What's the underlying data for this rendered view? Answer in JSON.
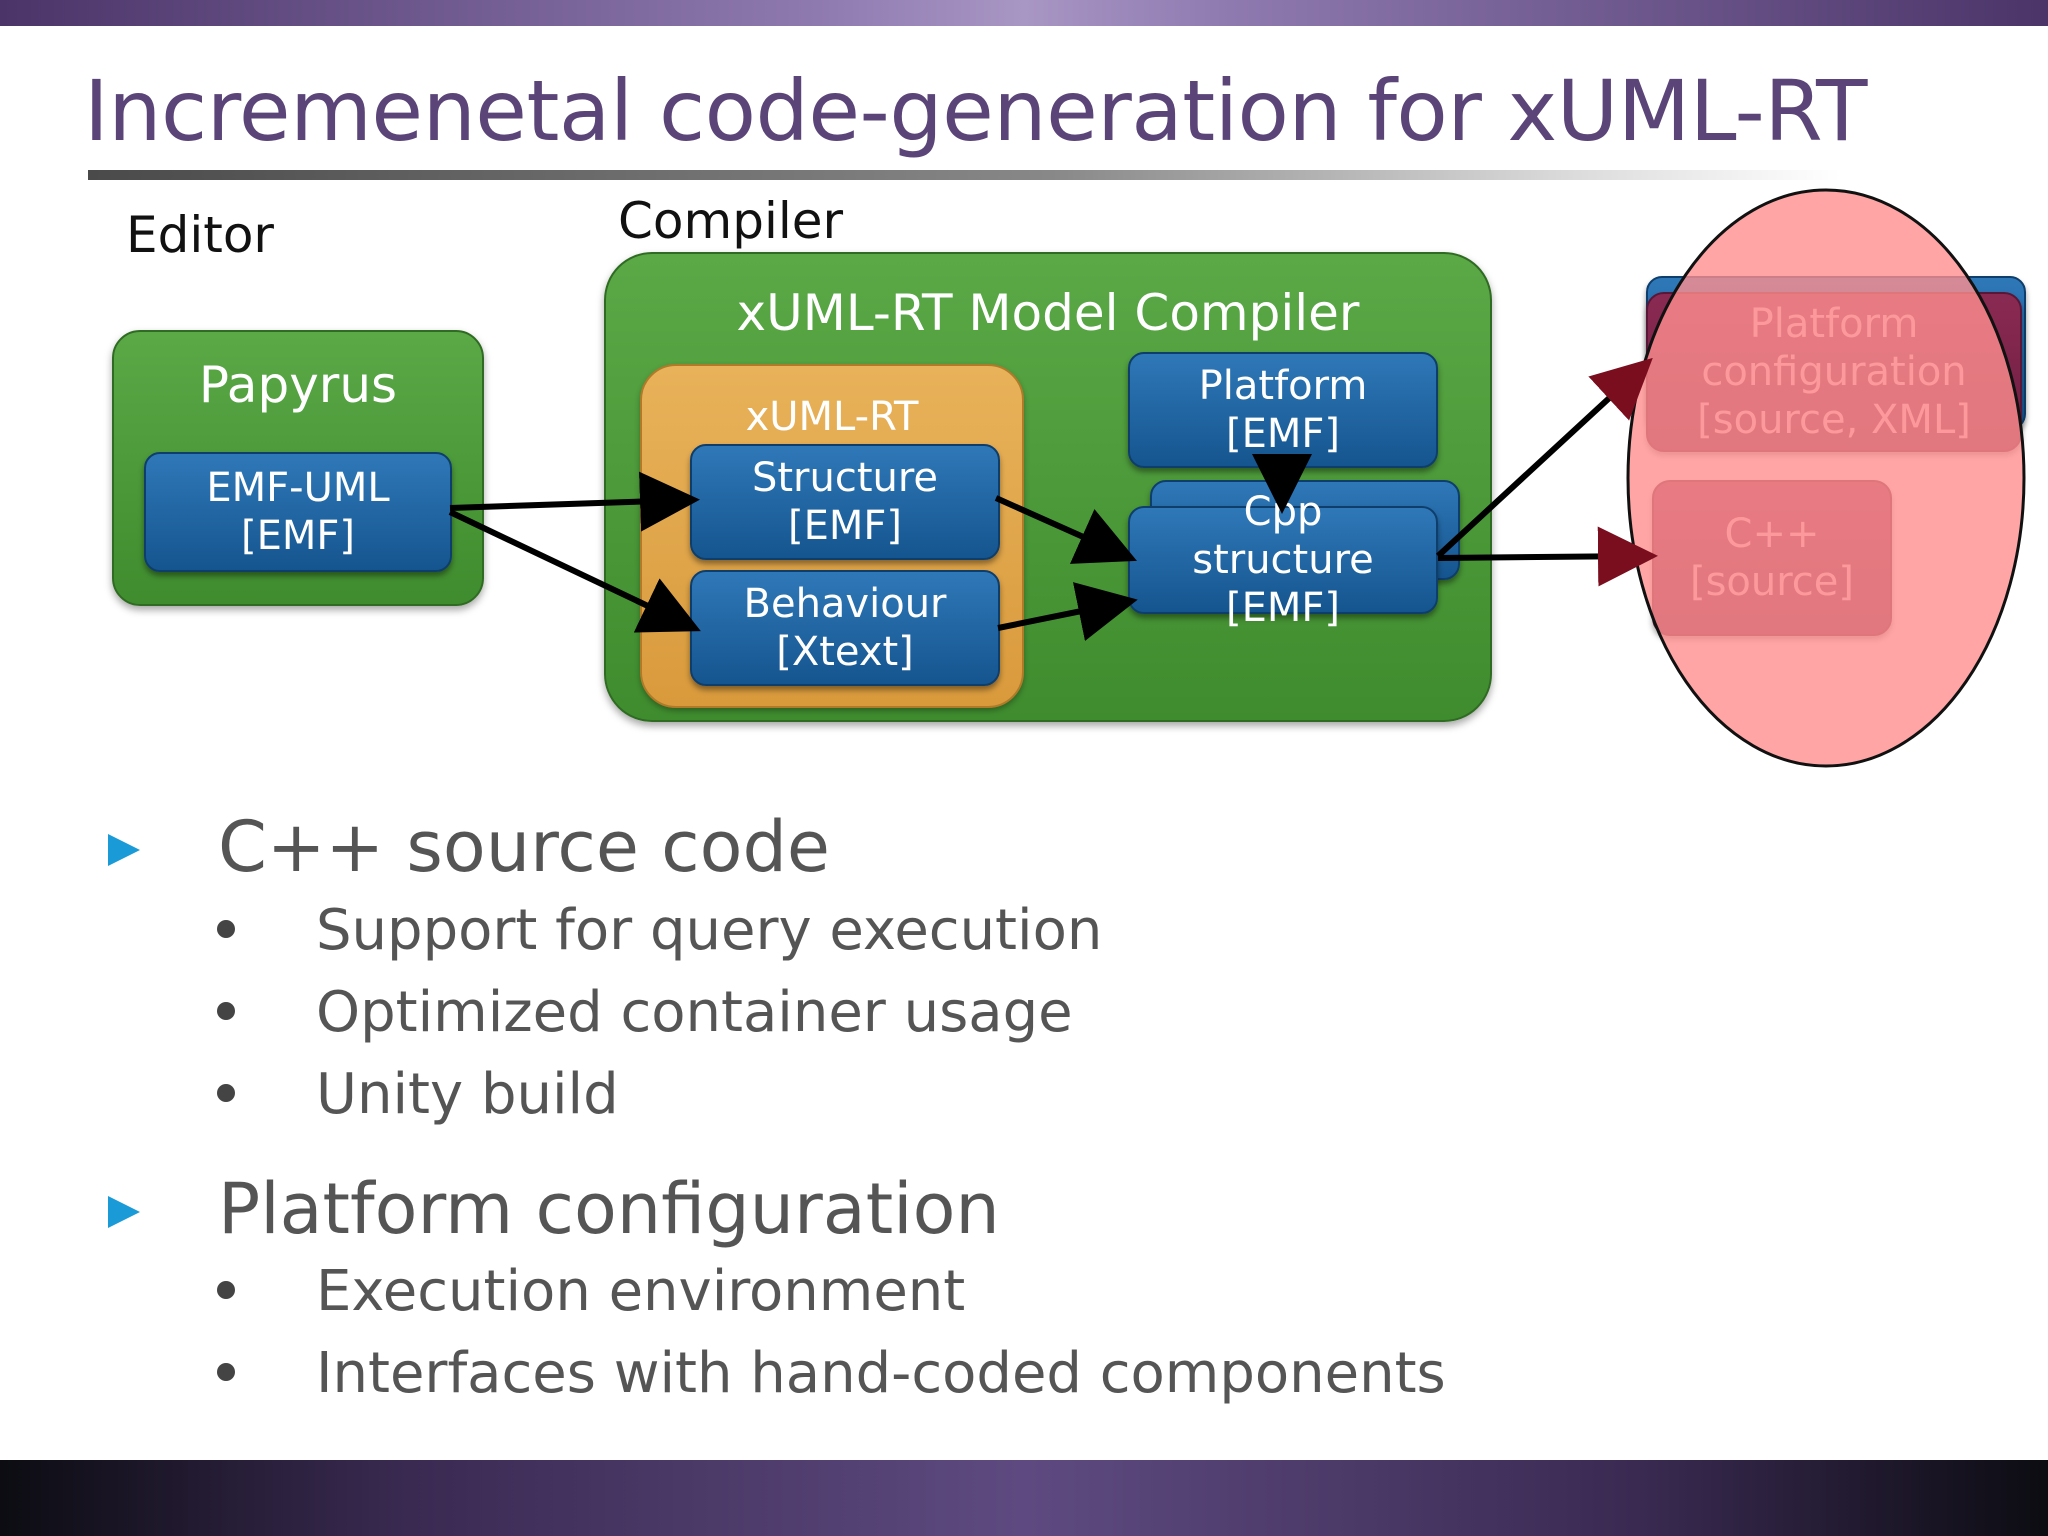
{
  "slide": {
    "title": "Incremenetal code-generation for xUML-RT"
  },
  "diagram": {
    "editor_label": "Editor",
    "compiler_label": "Compiler",
    "papyrus": {
      "title": "Papyrus",
      "emf_uml": [
        "EMF-UML",
        "[EMF]"
      ]
    },
    "compiler": {
      "title": "xUML-RT Model Compiler",
      "xumlrt_label": "xUML-RT",
      "structure": [
        "Structure",
        "[EMF]"
      ],
      "behaviour": [
        "Behaviour",
        "[Xtext]"
      ],
      "platform": [
        "Platform",
        "[EMF]"
      ],
      "cpp": [
        "Cpp",
        "structure",
        "[EMF]"
      ]
    },
    "outputs": {
      "platform_config": [
        "Platform",
        "configuration",
        "[source, XML]"
      ],
      "cpp_source": [
        "C++",
        "[source]"
      ]
    },
    "colors": {
      "green": "#4c9a3a",
      "orange": "#e0a64a",
      "blue": "#1f63a0",
      "maroon": "#7a2249",
      "highlight": "#ff9c9c"
    }
  },
  "bullets": [
    {
      "text": "C++ source code",
      "sub": [
        "Support for query execution",
        "Optimized container usage",
        "Unity build"
      ]
    },
    {
      "text": "Platform configuration",
      "sub": [
        "Execution environment",
        "Interfaces with hand-coded components"
      ]
    }
  ]
}
